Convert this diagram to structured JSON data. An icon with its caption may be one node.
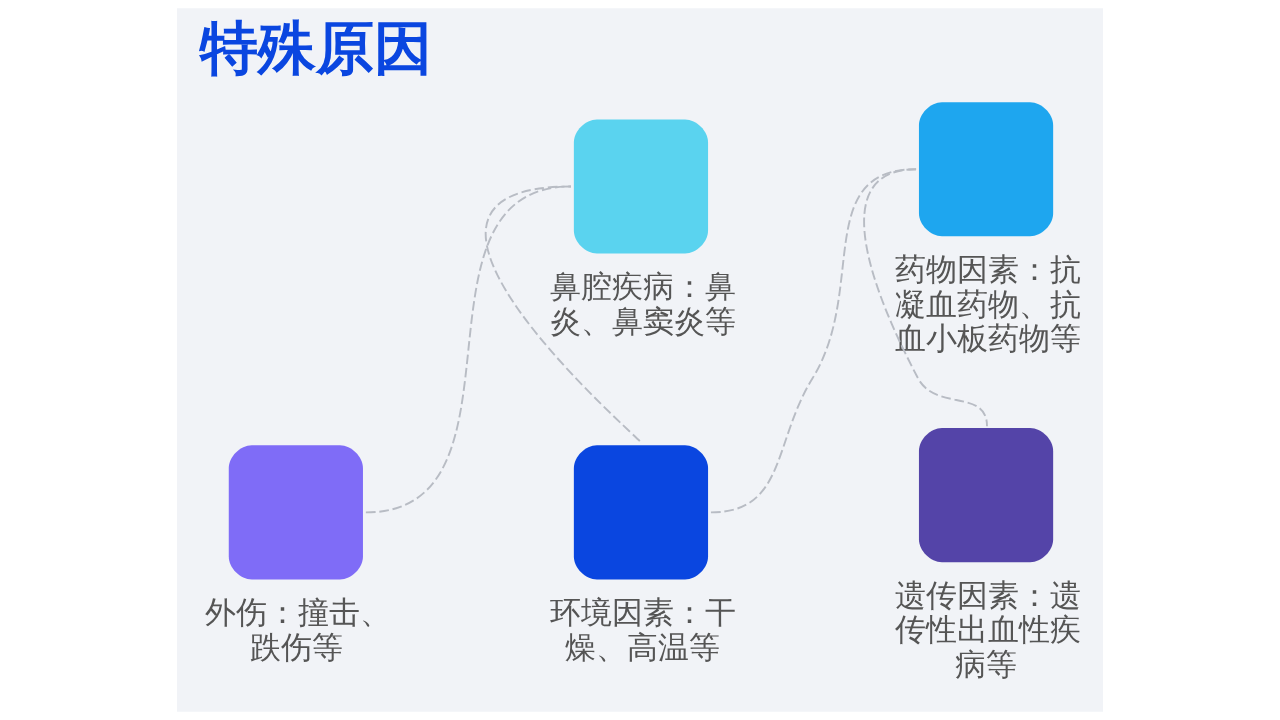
{
  "diagram": {
    "title": "特殊原因",
    "nodes": [
      {
        "text": [],
        "shape": "box",
        "beside": [
          "外伤：撞击、跌伤等"
        ]
      },
      {
        "text": [],
        "shape": "box",
        "beside": [
          "鼻腔疾病：鼻炎、鼻窦炎等"
        ]
      },
      {
        "text": [],
        "shape": "box",
        "beside": [
          "环境因素：干燥、高温等"
        ]
      },
      {
        "text": [],
        "shape": "box",
        "beside": [
          "药物因素：抗凝血药物、抗血小板药物等"
        ]
      },
      {
        "text": [],
        "shape": "box",
        "beside": [
          "遗传因素：遗传性出血性疾病等"
        ]
      }
    ],
    "edges": [
      {
        "from": 0,
        "to": 1,
        "arrow": "none",
        "style": "dashed"
      },
      {
        "from": 1,
        "to": 2,
        "arrow": "none",
        "style": "dashed"
      },
      {
        "from": 2,
        "to": 3,
        "arrow": "none",
        "style": "dashed"
      },
      {
        "from": 3,
        "to": 4,
        "arrow": "none",
        "style": "dashed"
      }
    ]
  }
}
